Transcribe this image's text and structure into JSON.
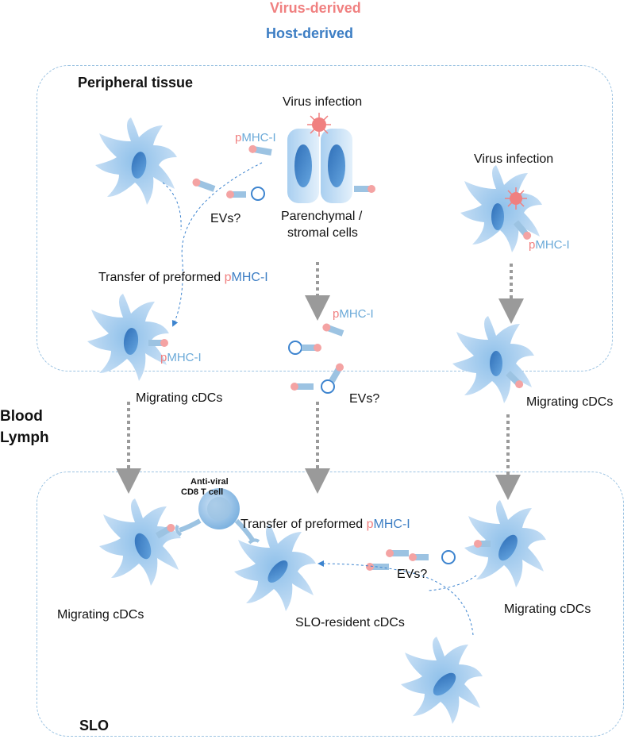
{
  "legend": {
    "virus_derived": "Virus-derived",
    "host_derived": "Host-derived"
  },
  "colors": {
    "virus": "#f08080",
    "host": "#3d7ec4",
    "cell_light": "#cfe3f6",
    "cell_mid": "#8ec0ea",
    "nucleus": "#3d84cf",
    "boundary": "#9cc3e2",
    "arrow": "#9a9a9a"
  },
  "regions": {
    "peripheral": "Peripheral tissue",
    "blood": "Blood",
    "lymph": "Lymph",
    "slo": "SLO"
  },
  "labels": {
    "virus_infection_1": "Virus infection",
    "virus_infection_2": "Virus infection",
    "parenchymal_1": "Parenchymal /",
    "parenchymal_2": "stromal cells",
    "evs_1": "EVs?",
    "evs_2": "EVs?",
    "evs_3": "EVs?",
    "transfer_prefix": "Transfer of preformed",
    "migrating_cdcs": "Migrating cDCs",
    "slo_resident": "SLO-resident cDCs",
    "t_cell_1": "Anti-viral",
    "t_cell_2": "CD8 T cell",
    "pmhc_p": "p",
    "pmhc_rest": "MHC-I"
  }
}
